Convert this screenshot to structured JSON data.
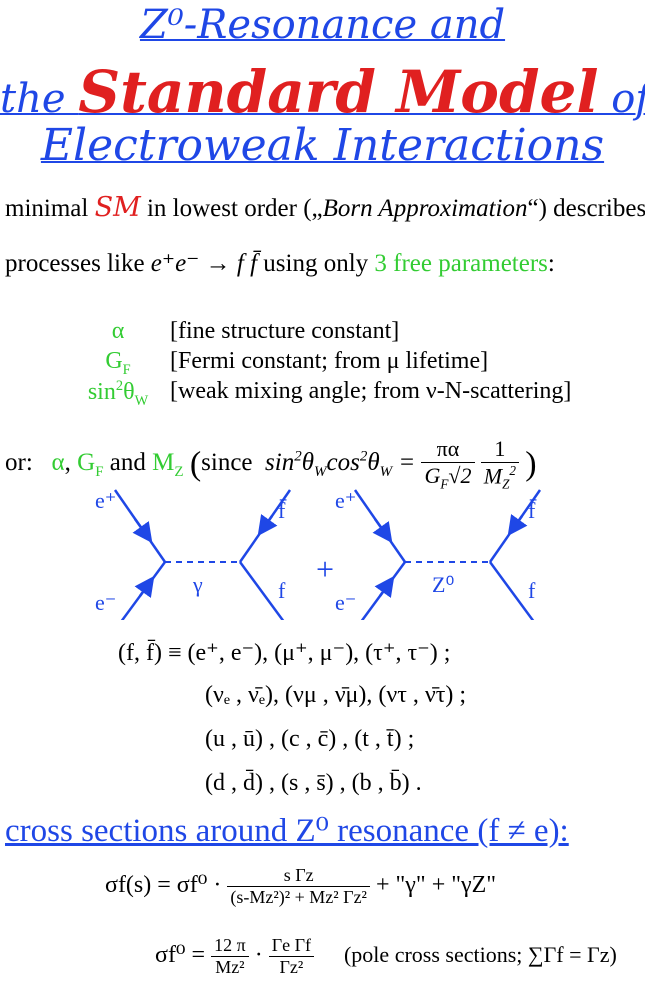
{
  "title": {
    "line1": "Z⁰-Resonance and",
    "line2_pre": "the ",
    "line2_big": "Standard Model",
    "line2_post": " of",
    "line3": "Electroweak Interactions"
  },
  "intro": {
    "p1_a": "minimal ",
    "p1_sm": "SM",
    "p1_b": " in lowest order („",
    "p1_born": "Born Approximation",
    "p1_c": "“) describes",
    "p2_a": "processes like ",
    "p2_proc": "e⁺e⁻ → f f̄",
    "p2_b": " using only ",
    "p2_params": "3 free parameters",
    "p2_c": ":"
  },
  "parameters": [
    {
      "symbol": "α",
      "desc": "[fine structure constant]"
    },
    {
      "symbol": "G_F",
      "desc": "[Fermi constant; from μ lifetime]"
    },
    {
      "symbol": "sin²θ_W",
      "desc": "[weak mixing angle; from ν-N-scattering]"
    }
  ],
  "alt": {
    "or": "or:",
    "alpha": "α",
    "comma": ",",
    "gf": "G",
    "gf_sub": "F",
    "and": "and",
    "mz": "M",
    "mz_sub": "Z",
    "since": "since",
    "lhs": "sin²θ_W cos²θ_W =",
    "num1": "πα",
    "den1": "G_F √2",
    "num2": "1",
    "den2": "M_Z²"
  },
  "diagram": {
    "left": {
      "ep": "e⁺",
      "em": "e⁻",
      "boson": "γ",
      "fbar": "f̄",
      "f": "f"
    },
    "plus": "+",
    "right": {
      "ep": "e⁺",
      "em": "e⁻",
      "boson": "Z⁰",
      "fbar": "f̄",
      "f": "f"
    }
  },
  "fermions": {
    "line1": "(f, f̄) ≡ (e⁺, e⁻),  (μ⁺, μ⁻), (τ⁺, τ⁻) ;",
    "line2": "(νₑ , ν̄ₑ),  (νμ , ν̄μ), (ντ , ν̄τ) ;",
    "line3": "(u , ū) ,    (c , c̄) ,   (t , t̄) ;",
    "line4": "(d , d̄) ,    (s , s̄) ,    (b , b̄) ."
  },
  "section": {
    "text": "cross sections around  Z⁰ resonance  (f ≠ e):"
  },
  "formula1": {
    "lhs": "σf(s)  =  σf⁰ ·",
    "num": "s Γz",
    "den": "(s-Mz²)² + Mz² Γz²",
    "rhs": "+  \"γ\"  +  \"γZ\""
  },
  "formula2": {
    "lhs": "σf⁰  =",
    "num1": "12 π",
    "den1": "Mz²",
    "num2": "Γe Γf",
    "den2": "Γz²",
    "note": "(pole cross sections; ∑Γf = Γz)"
  }
}
